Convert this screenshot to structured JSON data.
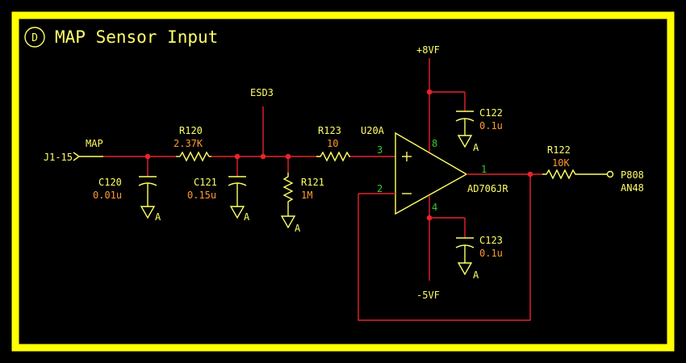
{
  "sheet": {
    "border_color": "#ffff00",
    "background": "#000000",
    "wire_color": "#e8232b",
    "label_color": "#ffff66",
    "value_color": "#ff9933",
    "pin_color": "#33cc33"
  },
  "title": {
    "marker": "D",
    "text": "MAP Sensor Input"
  },
  "connector_in": {
    "label": "J1-15",
    "net": "MAP"
  },
  "esd": {
    "label": "ESD3"
  },
  "components": {
    "r120": {
      "ref": "R120",
      "value": "2.37K"
    },
    "c120": {
      "ref": "C120",
      "value": "0.01u"
    },
    "c121": {
      "ref": "C121",
      "value": "0.15u"
    },
    "r121": {
      "ref": "R121",
      "value": "1M"
    },
    "r123": {
      "ref": "R123",
      "value": "10"
    },
    "u20a": {
      "ref": "U20A",
      "part": "AD706JR"
    },
    "c122": {
      "ref": "C122",
      "value": "0.1u"
    },
    "c123": {
      "ref": "C123",
      "value": "0.1u"
    },
    "r122": {
      "ref": "R122",
      "value": "10K"
    }
  },
  "opamp_pins": {
    "noninv": "3",
    "inv": "2",
    "out": "1",
    "vpos": "8",
    "vneg": "4"
  },
  "rails": {
    "pos": "+8VF",
    "neg": "-5VF"
  },
  "ground_label": "A",
  "output": {
    "pin": "P808",
    "net": "AN48"
  }
}
